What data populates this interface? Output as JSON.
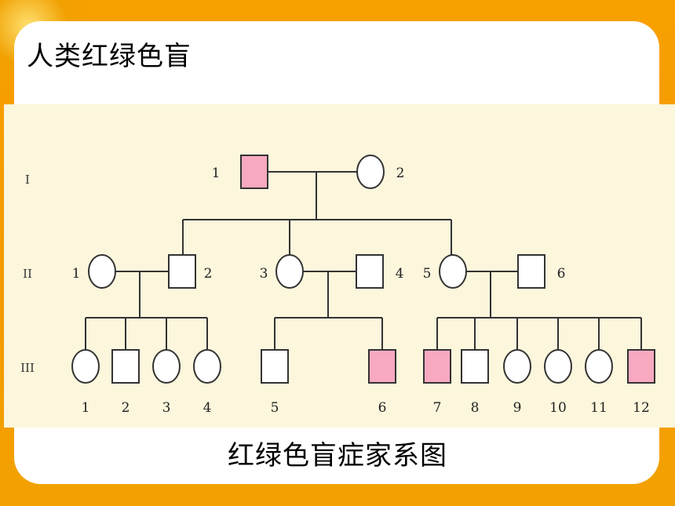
{
  "title": "人类红绿色盲",
  "caption": "红绿色盲症家系图",
  "colors": {
    "affected": "#f7a9c0",
    "unaffected": "#ffffff",
    "stroke": "#333333",
    "background": "#fbf6dc"
  },
  "generations": [
    "I",
    "II",
    "III"
  ],
  "pedigree": {
    "I": [
      {
        "label": "1",
        "sex": "male",
        "affected": true
      },
      {
        "label": "2",
        "sex": "female",
        "affected": false
      }
    ],
    "II": [
      {
        "label": "1",
        "sex": "female",
        "affected": false
      },
      {
        "label": "2",
        "sex": "male",
        "affected": false
      },
      {
        "label": "3",
        "sex": "female",
        "affected": false
      },
      {
        "label": "4",
        "sex": "male",
        "affected": false
      },
      {
        "label": "5",
        "sex": "female",
        "affected": false
      },
      {
        "label": "6",
        "sex": "male",
        "affected": false
      }
    ],
    "III": [
      {
        "label": "1",
        "sex": "female",
        "affected": false
      },
      {
        "label": "2",
        "sex": "male",
        "affected": false
      },
      {
        "label": "3",
        "sex": "female",
        "affected": false
      },
      {
        "label": "4",
        "sex": "female",
        "affected": false
      },
      {
        "label": "5",
        "sex": "male",
        "affected": false
      },
      {
        "label": "6",
        "sex": "male",
        "affected": true
      },
      {
        "label": "7",
        "sex": "male",
        "affected": true
      },
      {
        "label": "8",
        "sex": "male",
        "affected": false
      },
      {
        "label": "9",
        "sex": "female",
        "affected": false
      },
      {
        "label": "10",
        "sex": "female",
        "affected": false
      },
      {
        "label": "11",
        "sex": "female",
        "affected": false
      },
      {
        "label": "12",
        "sex": "male",
        "affected": true
      }
    ]
  }
}
